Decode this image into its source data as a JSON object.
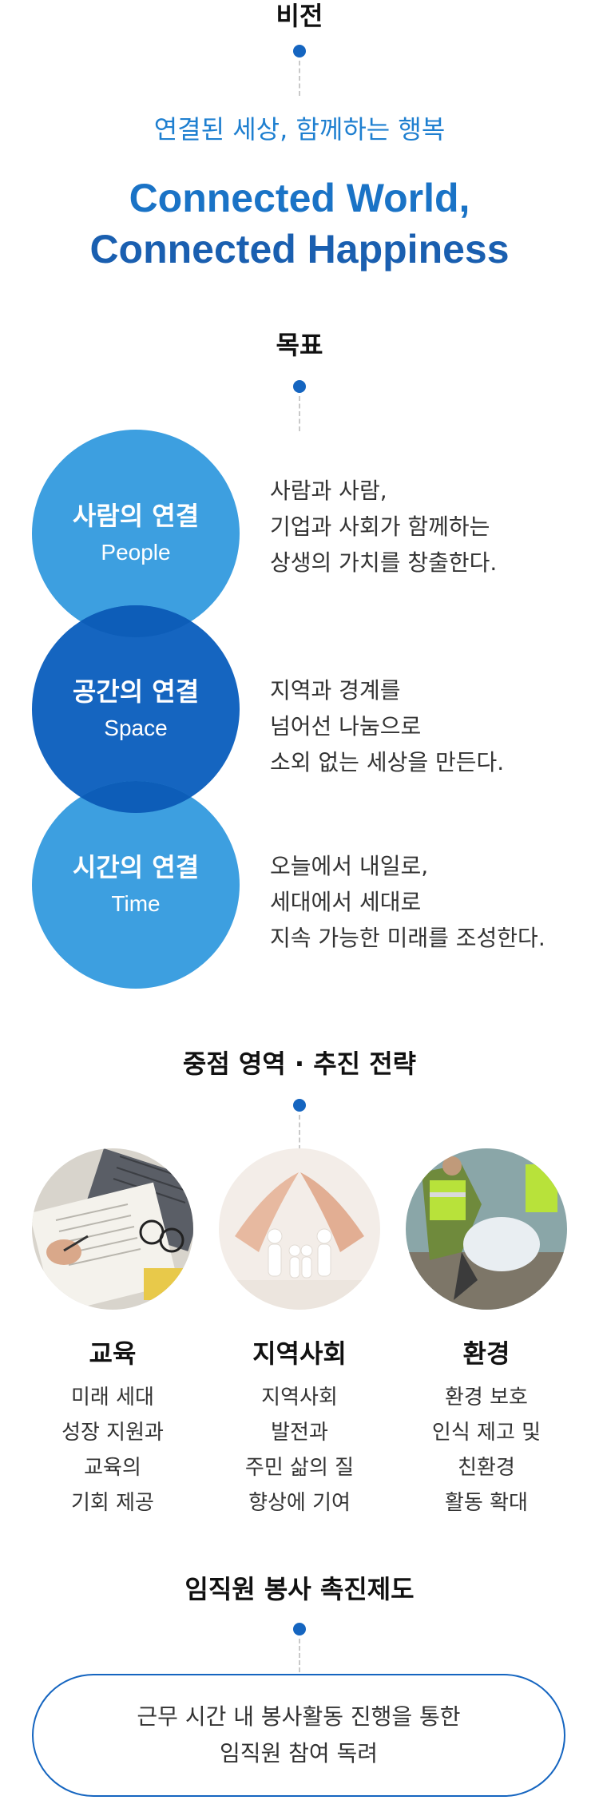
{
  "vision": {
    "title": "비전",
    "subtitle": "연결된 세상, 함께하는 행복",
    "english_line1": "Connected World,",
    "english_line2": "Connected Happiness"
  },
  "goals": {
    "title": "목표",
    "items": [
      {
        "ko": "사람의 연결",
        "en": "People",
        "desc1": "사람과 사람,",
        "desc2": "기업과 사회가 함께하는",
        "desc3": "상생의 가치를 창출한다."
      },
      {
        "ko": "공간의 연결",
        "en": "Space",
        "desc1": "지역과 경계를",
        "desc2": "넘어선 나눔으로",
        "desc3": "소외 없는 세상을 만든다."
      },
      {
        "ko": "시간의 연결",
        "en": "Time",
        "desc1": "오늘에서 내일로,",
        "desc2": "세대에서 세대로",
        "desc3": "지속 가능한 미래를 조성한다."
      }
    ]
  },
  "focus": {
    "title": "중점 영역 · 추진 전략",
    "items": [
      {
        "title": "교육",
        "lines": [
          "미래 세대",
          "성장 지원과",
          "교육의",
          "기회 제공"
        ]
      },
      {
        "title": "지역사회",
        "lines": [
          "지역사회",
          "발전과",
          "주민 삶의 질",
          "향상에 기여"
        ]
      },
      {
        "title": "환경",
        "lines": [
          "환경 보호",
          "인식 제고 및",
          "친환경",
          "활동 확대"
        ]
      }
    ]
  },
  "volunteer": {
    "title": "임직원 봉사 촉진제도",
    "line1": "근무 시간 내 봉사활동 진행을 통한",
    "line2": "임직원 참여 독려"
  },
  "colors": {
    "primary_dark": "#1565c0",
    "primary_light": "#3d9fe0",
    "dot": "#1565c0"
  }
}
